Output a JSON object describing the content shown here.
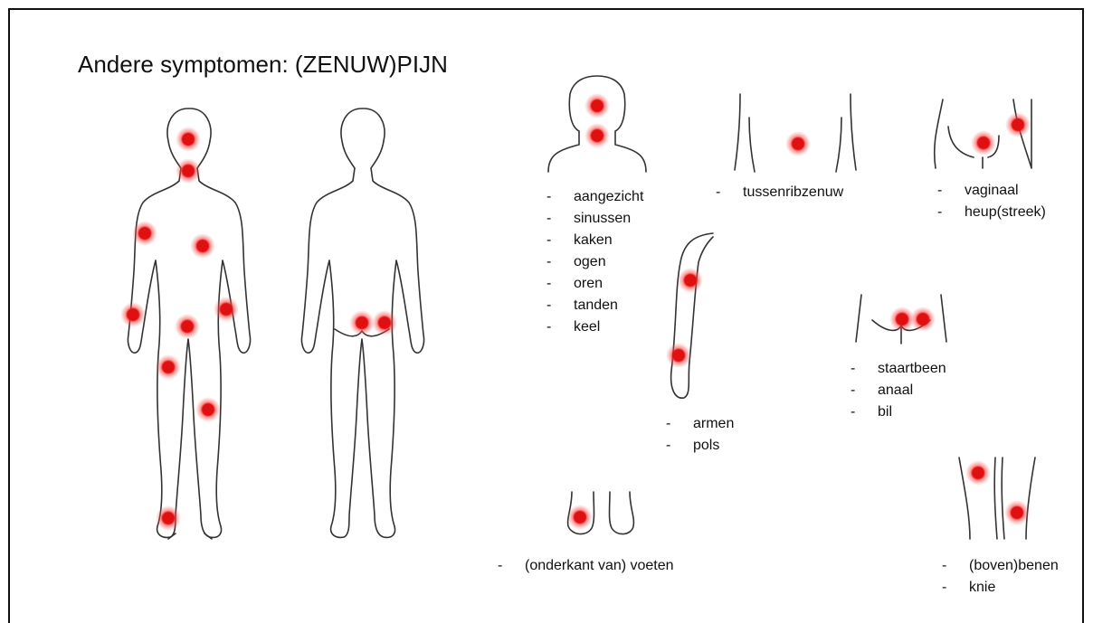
{
  "title": "Andere symptomen: (ZENUW)PIJN",
  "colors": {
    "pain_dot": "#e01010",
    "pain_glow": "#ff3b3b",
    "outline": "#333333"
  },
  "groups": {
    "head": [
      "aangezicht",
      "sinussen",
      "kaken",
      "ogen",
      "oren",
      "tanden",
      "keel"
    ],
    "chest": [
      "tussenribzenuw"
    ],
    "pelvis": [
      "vaginaal",
      "heup(streek)"
    ],
    "arm": [
      "armen",
      "pols"
    ],
    "buttock": [
      "staartbeen",
      "anaal",
      "bil"
    ],
    "foot": [
      "(onderkant van) voeten"
    ],
    "legs": [
      "(boven)benen",
      "knie"
    ]
  },
  "dash": "-"
}
